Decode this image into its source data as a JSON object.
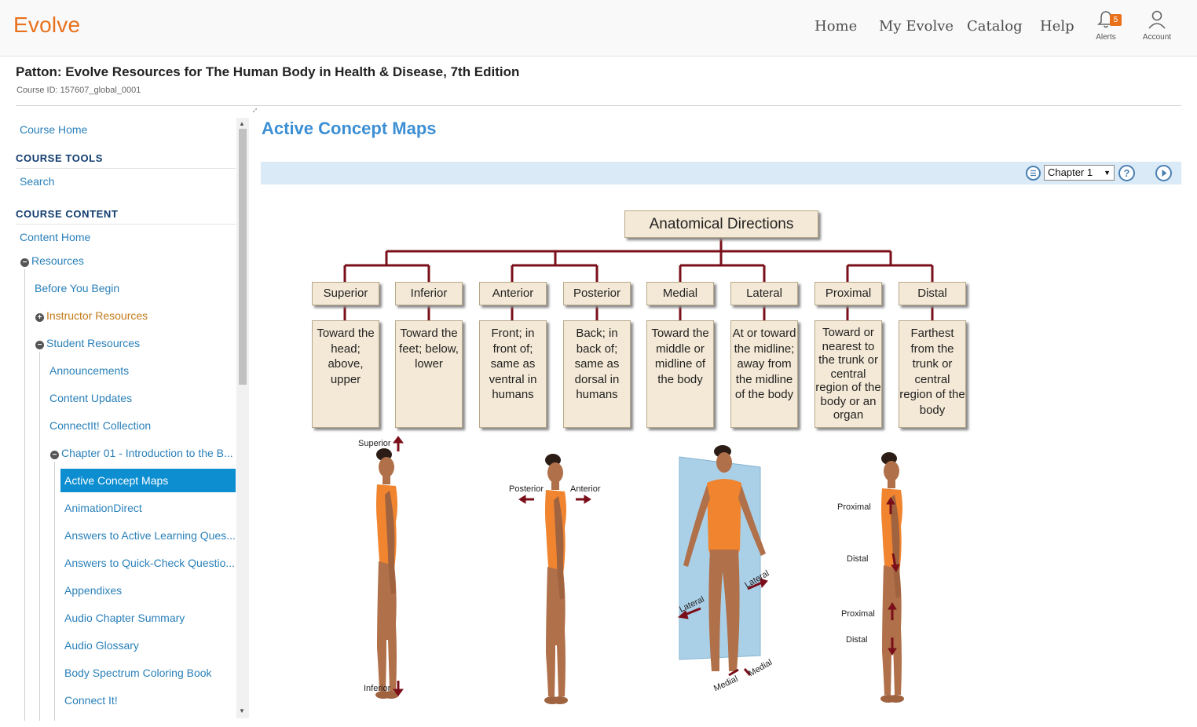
{
  "header": {
    "logo": "Evolve",
    "nav": [
      "Home",
      "My Evolve",
      "Catalog",
      "Help"
    ],
    "alerts": {
      "label": "Alerts",
      "count": "5"
    },
    "account": {
      "label": "Account"
    }
  },
  "course": {
    "title": "Patton: Evolve Resources for The Human Body in Health & Disease, 7th Edition",
    "id": "Course ID: 157607_global_0001"
  },
  "sidebar": {
    "course_home": "Course Home",
    "tools_heading": "COURSE TOOLS",
    "search": "Search",
    "content_heading": "COURSE CONTENT",
    "content_home": "Content Home",
    "resources": "Resources",
    "before_you_begin": "Before You Begin",
    "instructor_resources": "Instructor Resources",
    "student_resources": "Student Resources",
    "announcements": "Announcements",
    "content_updates": "Content Updates",
    "connectit_collection": "ConnectIt! Collection",
    "chapter01": "Chapter 01 - Introduction to the B...",
    "active": "Active Concept Maps",
    "items": [
      "AnimationDirect",
      "Answers to Active Learning Ques...",
      "Answers to Quick-Check Questio...",
      "Appendixes",
      "Audio Chapter Summary",
      "Audio Glossary",
      "Body Spectrum Coloring Book",
      "Connect It!"
    ]
  },
  "main": {
    "title": "Active Concept Maps",
    "chapter_select": "Chapter 1"
  },
  "concept_map": {
    "root": "Anatomical Directions",
    "terms": [
      {
        "term": "Superior",
        "definition": "Toward the head; above, upper"
      },
      {
        "term": "Inferior",
        "definition": "Toward the feet; below, lower"
      },
      {
        "term": "Anterior",
        "definition": "Front; in front of; same as ventral in humans"
      },
      {
        "term": "Posterior",
        "definition": "Back; in back of; same as dorsal in humans"
      },
      {
        "term": "Medial",
        "definition": "Toward the middle or midline of the body"
      },
      {
        "term": "Lateral",
        "definition": "At or toward the midline; away from the midline of the body"
      },
      {
        "term": "Proximal",
        "definition": "Toward or nearest to the trunk or central region of the body or an organ"
      },
      {
        "term": "Distal",
        "definition": "Farthest from the trunk or central region of the body"
      }
    ],
    "figure_labels": {
      "superior": "Superior",
      "inferior": "Inferior",
      "posterior": "Posterior",
      "anterior": "Anterior",
      "lateral_left": "Lateral",
      "lateral_right": "Lateral",
      "medial_left": "Medial",
      "medial_right": "Medial",
      "proximal1": "Proximal",
      "distal1": "Distal",
      "proximal2": "Proximal",
      "distal2": "Distal"
    },
    "colors": {
      "connector": "#7a0f1a",
      "box_fill": "#f4e9d6",
      "skin": "#b0704a",
      "suit": "#f0842f",
      "plane": "#9cc8e4"
    }
  }
}
